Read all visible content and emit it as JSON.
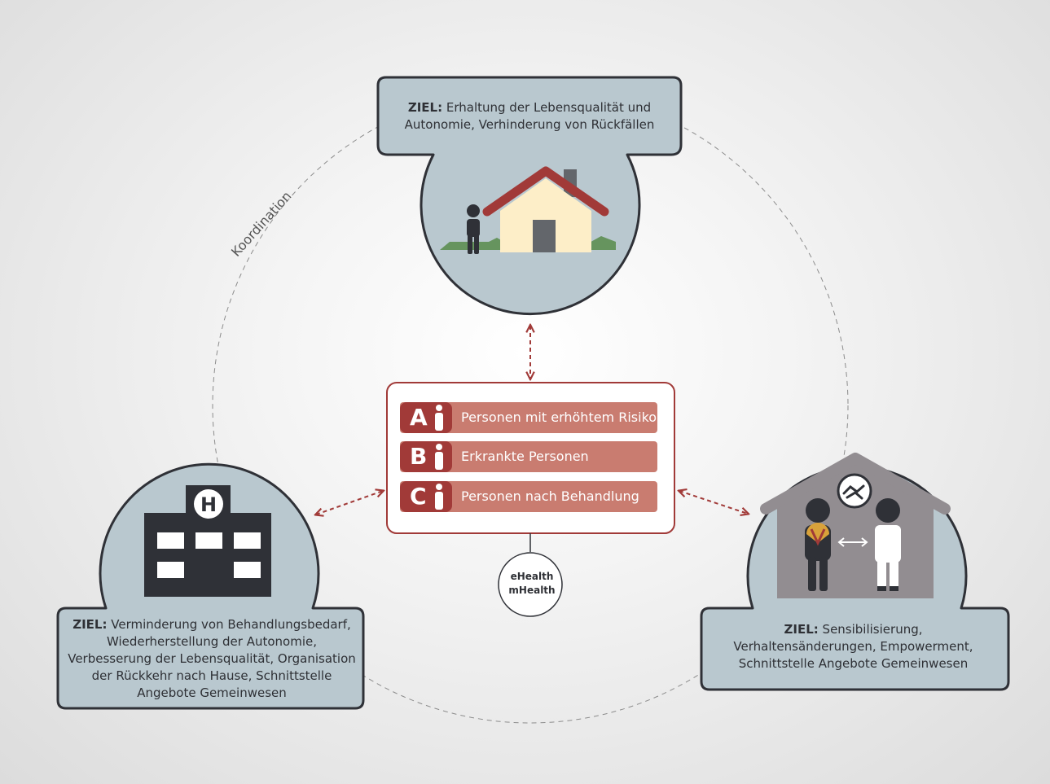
{
  "top_goal": {
    "label": "ZIEL:",
    "text_line1": "Erhaltung der Lebensqualität und",
    "text_line2": "Autonomie, Verhinderung von Rückfällen"
  },
  "left_goal": {
    "label": "ZIEL:",
    "text_line1": "Verminderung von Behandlungsbedarf,",
    "text_line2": "Wiederherstellung der Autonomie,",
    "text_line3": "Verbesserung der Lebensqualität, Organisation",
    "text_line4": "der Rückkehr nach Hause, Schnittstelle",
    "text_line5": "Angebote Gemeinwesen"
  },
  "right_goal": {
    "label": "ZIEL:",
    "text_line1": "Sensibilisierung,",
    "text_line2": "Verhaltensänderungen, Empowerment,",
    "text_line3": "Schnittstelle Angebote Gemeinwesen"
  },
  "center": {
    "rows": [
      {
        "letter": "A",
        "label": "Personen mit erhöhtem Risiko"
      },
      {
        "letter": "B",
        "label": "Erkrankte Personen"
      },
      {
        "letter": "C",
        "label": "Personen nach Behandlung"
      }
    ]
  },
  "ehealth": {
    "line1": "eHealth",
    "line2": "mHealth"
  },
  "coordination_label": "Koordination",
  "hospital_sign": "H",
  "colors": {
    "panel": "#b9c8cf",
    "outline": "#2f3137",
    "accent": "#a13a38",
    "row": "#c97c70",
    "house_wall": "#fdeec8",
    "house_roof": "#a13a38",
    "grass": "#66945e"
  }
}
